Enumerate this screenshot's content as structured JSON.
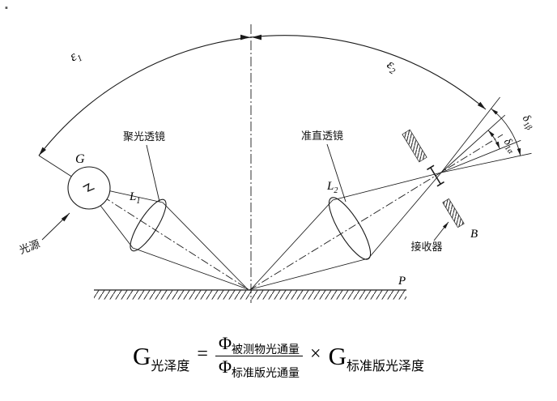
{
  "watermark": "▪",
  "diagram": {
    "arc": {
      "epsilon1_base": "ε",
      "epsilon1_sub": "1",
      "epsilon2_base": "ε",
      "epsilon2_sub": "2"
    },
    "source": {
      "label": "G",
      "name": "光源"
    },
    "condenser": {
      "letter": "L",
      "sub": "1",
      "name": "聚光透镜"
    },
    "collimator": {
      "letter": "L",
      "sub": "2",
      "name": "准直透镜"
    },
    "receiver": {
      "label": "B",
      "name": "接收器"
    },
    "plane": {
      "label": "P"
    },
    "angles": {
      "delta_beta_base": "δ",
      "delta_beta_sub": "1β",
      "delta_alpha_base": "δ",
      "delta_alpha_sub": "1α"
    }
  },
  "formula": {
    "lhs_base": "G",
    "lhs_sub": "光泽度",
    "equals": "=",
    "numerator_base": "Φ",
    "numerator_sub": "被测物光通量",
    "denominator_base": "Φ",
    "denominator_sub": "标准版光通量",
    "times": "×",
    "rhs_base": "G",
    "rhs_sub": "标准版光泽度"
  }
}
